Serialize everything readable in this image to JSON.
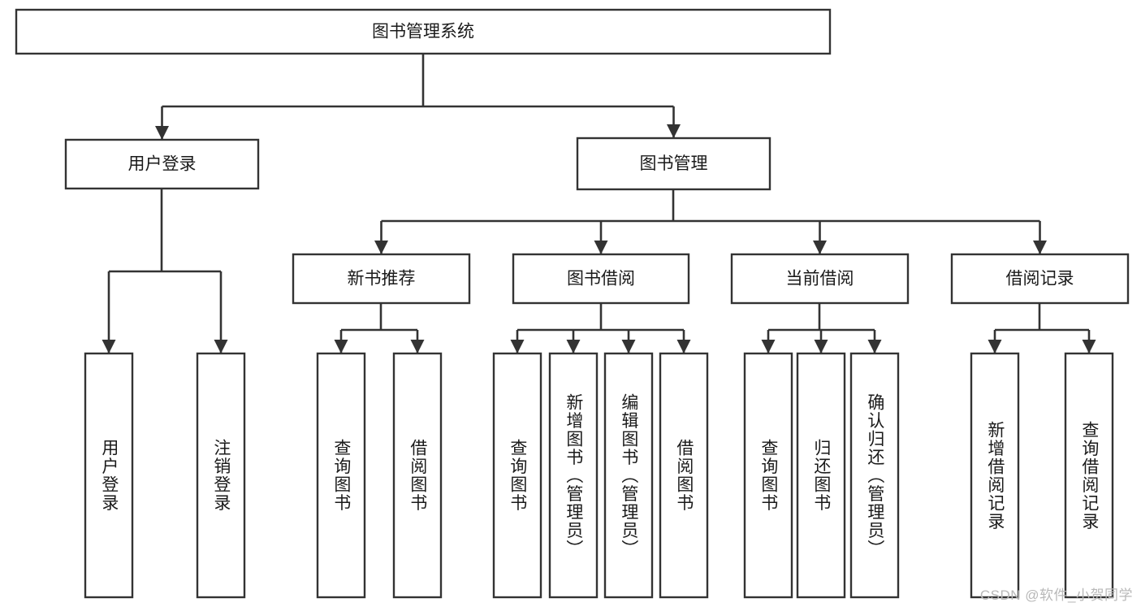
{
  "diagram": {
    "type": "tree",
    "title": "图书管理系统",
    "watermark": "CSDN @软件_小贺同学",
    "colors": {
      "box_stroke": "#333333",
      "box_fill": "#ffffff",
      "text": "#1a1a1a",
      "background": "#ffffff",
      "watermark": "#b8b8b8"
    },
    "nodes": {
      "root": {
        "label": "图书管理系统",
        "orientation": "horizontal",
        "level": 1
      },
      "l2_1": {
        "label": "用户登录",
        "orientation": "horizontal",
        "level": 2
      },
      "l2_2": {
        "label": "图书管理",
        "orientation": "horizontal",
        "level": 2
      },
      "l3_1": {
        "label": "新书推荐",
        "orientation": "horizontal",
        "level": 3
      },
      "l3_2": {
        "label": "图书借阅",
        "orientation": "horizontal",
        "level": 3
      },
      "l3_3": {
        "label": "当前借阅",
        "orientation": "horizontal",
        "level": 3
      },
      "l3_4": {
        "label": "借阅记录",
        "orientation": "horizontal",
        "level": 3
      },
      "l4_1": {
        "label": "用户登录",
        "orientation": "vertical",
        "level": 4
      },
      "l4_2": {
        "label": "注销登录",
        "orientation": "vertical",
        "level": 4
      },
      "l4_3": {
        "label": "查询图书",
        "orientation": "vertical",
        "level": 4
      },
      "l4_4": {
        "label": "借阅图书",
        "orientation": "vertical",
        "level": 4
      },
      "l4_5": {
        "label": "查询图书",
        "orientation": "vertical",
        "level": 4
      },
      "l4_6": {
        "label": "新增图书（管理员）",
        "orientation": "vertical",
        "level": 4
      },
      "l4_7": {
        "label": "编辑图书（管理员）",
        "orientation": "vertical",
        "level": 4
      },
      "l4_8": {
        "label": "借阅图书",
        "orientation": "vertical",
        "level": 4
      },
      "l4_9": {
        "label": "查询图书",
        "orientation": "vertical",
        "level": 4
      },
      "l4_10": {
        "label": "归还图书",
        "orientation": "vertical",
        "level": 4
      },
      "l4_11": {
        "label": "确认归还（管理员）",
        "orientation": "vertical",
        "level": 4
      },
      "l4_12": {
        "label": "新增借阅记录",
        "orientation": "vertical",
        "level": 4
      },
      "l4_13": {
        "label": "查询借阅记录",
        "orientation": "vertical",
        "level": 4
      }
    },
    "edges": [
      {
        "from": "root",
        "to": "l2_1"
      },
      {
        "from": "root",
        "to": "l2_2"
      },
      {
        "from": "l2_1",
        "to": "l4_1"
      },
      {
        "from": "l2_1",
        "to": "l4_2"
      },
      {
        "from": "l2_2",
        "to": "l3_1"
      },
      {
        "from": "l2_2",
        "to": "l3_2"
      },
      {
        "from": "l2_2",
        "to": "l3_3"
      },
      {
        "from": "l2_2",
        "to": "l3_4"
      },
      {
        "from": "l3_1",
        "to": "l4_3"
      },
      {
        "from": "l3_1",
        "to": "l4_4"
      },
      {
        "from": "l3_2",
        "to": "l4_5"
      },
      {
        "from": "l3_2",
        "to": "l4_6"
      },
      {
        "from": "l3_2",
        "to": "l4_7"
      },
      {
        "from": "l3_2",
        "to": "l4_8"
      },
      {
        "from": "l3_3",
        "to": "l4_9"
      },
      {
        "from": "l3_3",
        "to": "l4_10"
      },
      {
        "from": "l3_3",
        "to": "l4_11"
      },
      {
        "from": "l3_4",
        "to": "l4_12"
      },
      {
        "from": "l3_4",
        "to": "l4_13"
      }
    ]
  }
}
